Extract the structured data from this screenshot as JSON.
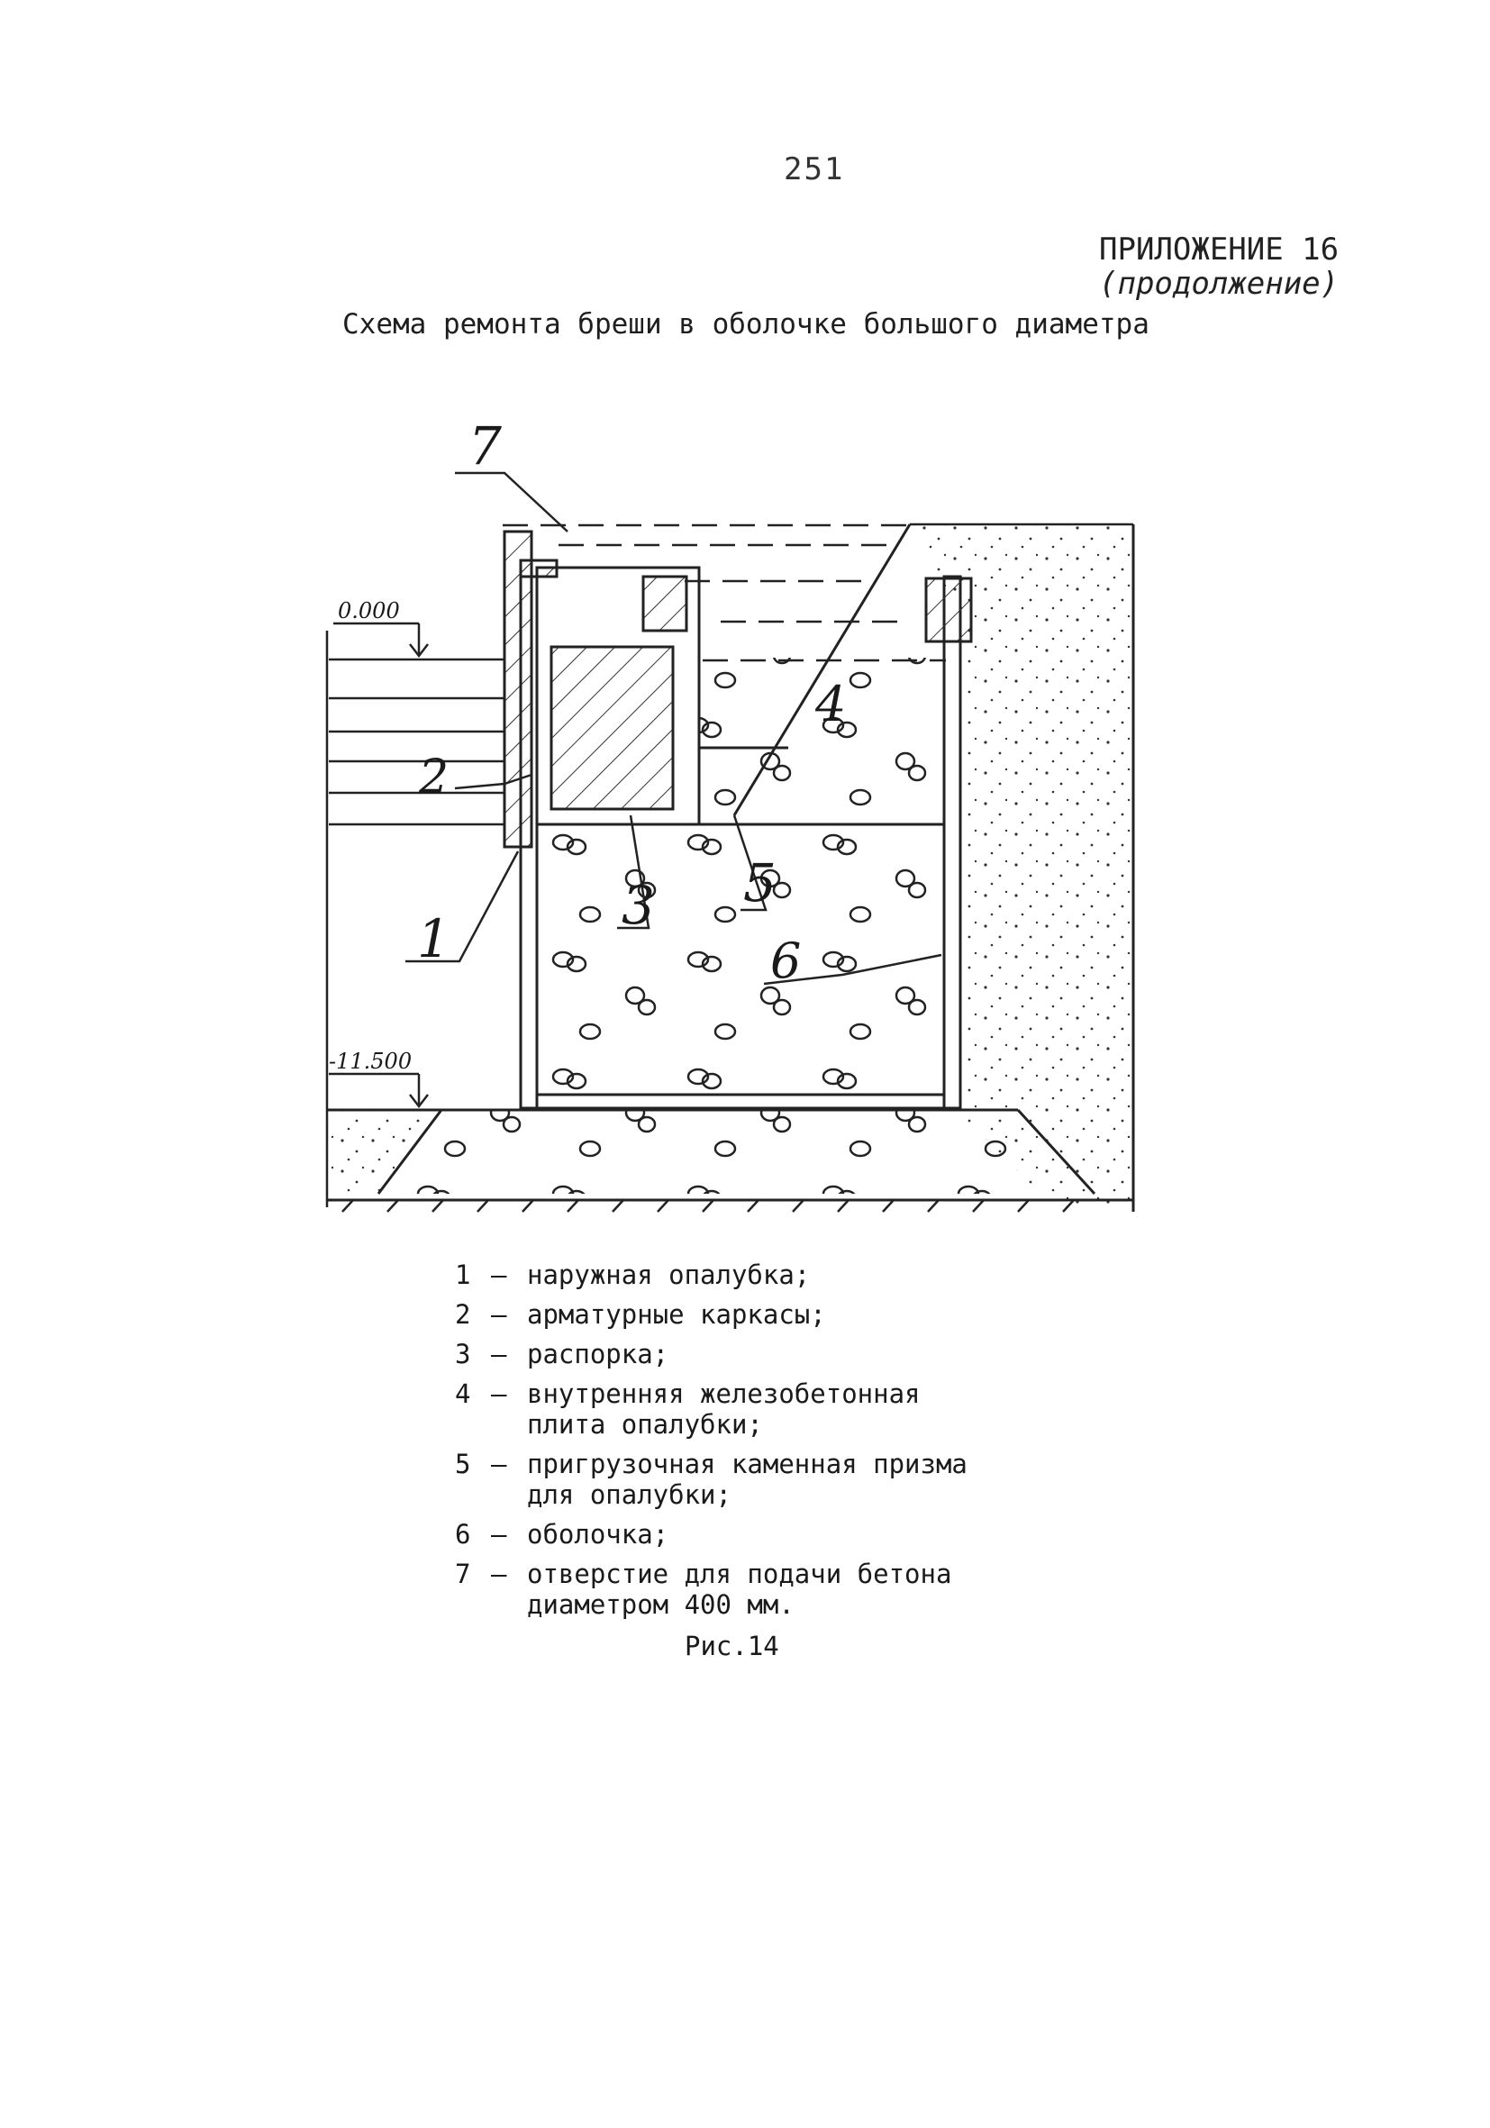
{
  "page": {
    "number": "251",
    "appendix": "ПРИЛОЖЕНИЕ 16",
    "appendix_sub": "(продолжение)",
    "title": "Схема ремонта бреши в оболочке большого диаметра"
  },
  "drawing": {
    "callouts": [
      "7",
      "2",
      "1",
      "3",
      "5",
      "4",
      "6"
    ],
    "level_top": "0.000",
    "level_bottom": "-11.500"
  },
  "legend": [
    {
      "num": "1",
      "text": "наружная опалубка;"
    },
    {
      "num": "2",
      "text": "арматурные каркасы;"
    },
    {
      "num": "3",
      "text": "распорка;"
    },
    {
      "num": "4",
      "text": "внутренняя железобетонная\nплита опалубки;"
    },
    {
      "num": "5",
      "text": "пригрузочная каменная призма\nдля опалубки;"
    },
    {
      "num": "6",
      "text": "оболочка;"
    },
    {
      "num": "7",
      "text": "отверстие для подачи бетона\nдиаметром 400 мм."
    }
  ],
  "caption": "Рис.14"
}
